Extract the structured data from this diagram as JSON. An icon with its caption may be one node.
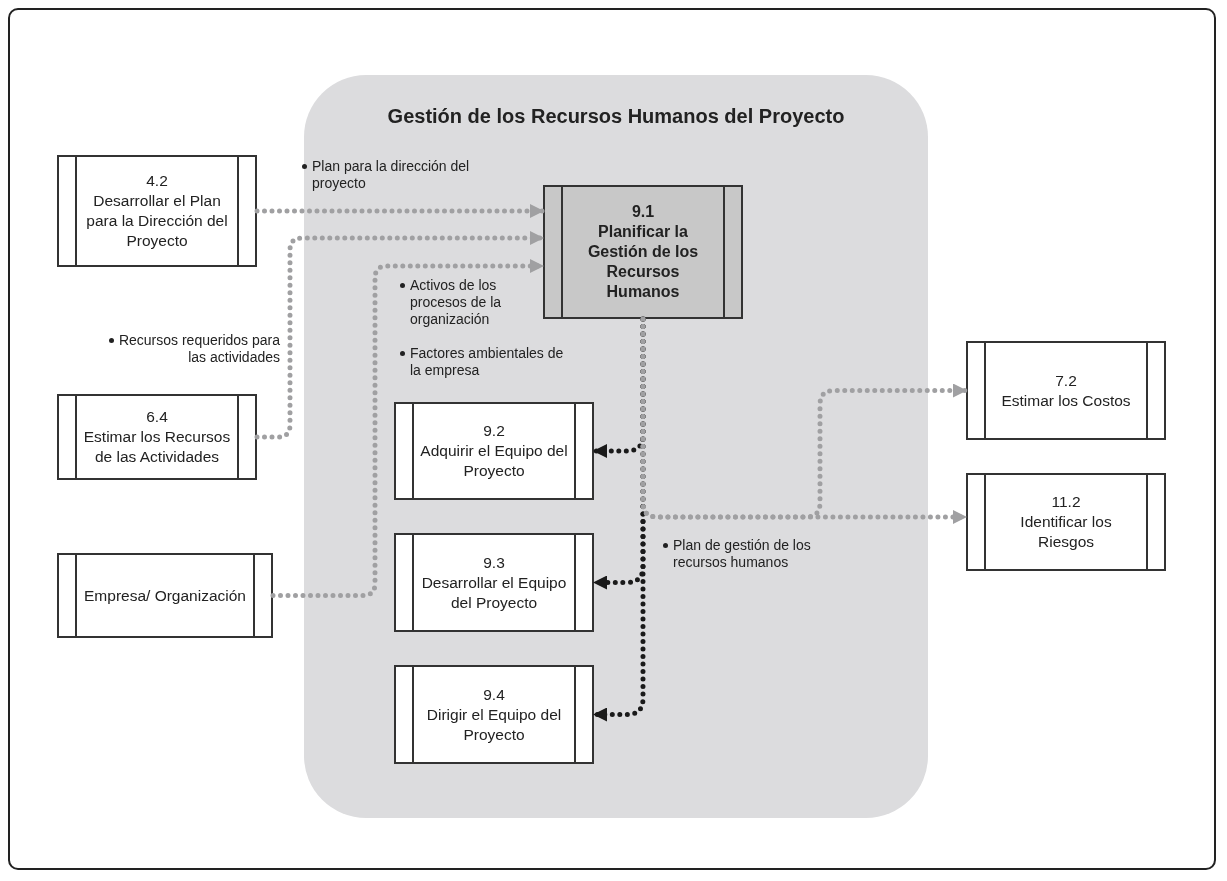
{
  "diagram": {
    "nodes": [
      {
        "text": [
          "Gestión de los Recursos Humanos del Proyecto"
        ]
      },
      {
        "text": [
          "4.2",
          "Desarrollar el Plan para la Dirección del Proyecto"
        ]
      },
      {
        "text": [
          "6.4",
          "Estimar los Recursos de las Actividades"
        ]
      },
      {
        "text": [
          "Empresa/ Organización"
        ]
      },
      {
        "text": [
          "9.1",
          "Planificar la Gestión de los Recursos Humanos"
        ],
        "in": 0
      },
      {
        "text": [
          "9.2",
          "Adquirir el Equipo del Proyecto"
        ],
        "in": 0
      },
      {
        "text": [
          "9.3",
          "Desarrollar el Equipo del Proyecto"
        ],
        "in": 0
      },
      {
        "text": [
          "9.4",
          "Dirigir el Equipo del Proyecto"
        ],
        "in": 0
      },
      {
        "text": [
          "7.2",
          "Estimar los Costos"
        ]
      },
      {
        "text": [
          "11.2",
          "Identificar los Riesgos"
        ]
      }
    ],
    "edges": [
      {
        "from": 1,
        "to": 4,
        "arrow": "to"
      },
      {
        "from": 2,
        "to": 4,
        "arrow": "to"
      },
      {
        "from": 3,
        "to": 4,
        "arrow": "to"
      },
      {
        "from": 4,
        "to": 5,
        "arrow": "to",
        "color": "#1a1a1a"
      },
      {
        "from": 4,
        "to": 6,
        "arrow": "to",
        "color": "#1a1a1a"
      },
      {
        "from": 4,
        "to": 7,
        "arrow": "to",
        "color": "#1a1a1a"
      },
      {
        "from": 4,
        "to": 8,
        "arrow": "to"
      },
      {
        "from": 4,
        "to": 9,
        "arrow": "to"
      }
    ],
    "labels": [
      "Plan para la dirección del proyecto",
      "Recursos requeridos para las actividades",
      "Activos de los procesos de la organización",
      "Factores ambientales de la empresa",
      "Plan de gestión de los recursos humanos"
    ]
  }
}
